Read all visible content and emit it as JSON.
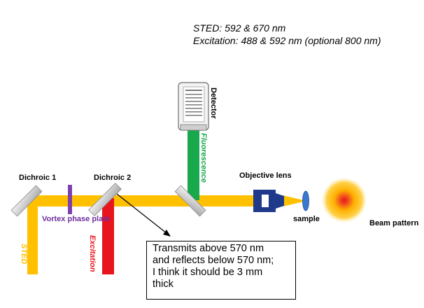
{
  "header": {
    "line1": "STED: 592 & 670 nm",
    "line2": "Excitation: 488 & 592 nm (optional 800 nm)"
  },
  "labels": {
    "dichroic1": "Dichroic 1",
    "dichroic2": "Dichroic 2",
    "vortex": "Vortex phase plate",
    "sted": "STED",
    "excitation": "Excitation",
    "detector": "Detector",
    "fluorescence": "Fluorescence",
    "objective": "Objective lens",
    "sample": "sample",
    "beam_pattern": "Beam pattern"
  },
  "note": {
    "lines": [
      "Transmits above 570 nm",
      "and reflects below 570 nm;",
      "I think it should be 3 mm",
      "thick"
    ]
  },
  "colors": {
    "sted_beam": "#FFC000",
    "excitation_beam": "#E8141E",
    "fluorescence_beam": "#17A94B",
    "vortex_plate": "#7E3FB0",
    "vortex_text": "#7030A0",
    "sted_text": "#FFC000",
    "excitation_text": "#E8141E",
    "fluorescence_text": "#17A94B",
    "objective_body": "#1F3A8A",
    "sample_lens": "#3B78D0",
    "beam_center": "#E8141E",
    "beam_outer": "#FFC000"
  }
}
